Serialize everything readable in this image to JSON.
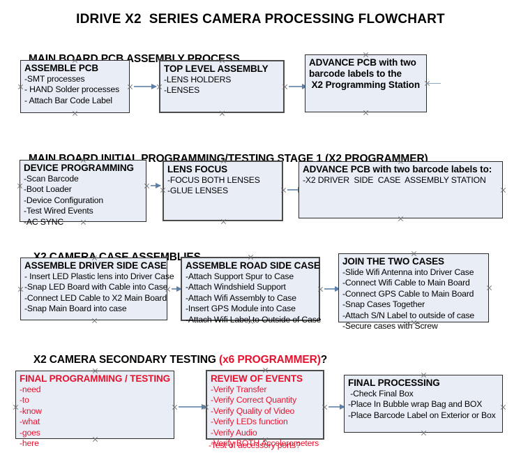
{
  "title": "IDRIVE X2  SERIES CAMERA PROCESSING FLOWCHART",
  "accent_color": "#e8112d",
  "box_fill": "#e9edf6",
  "arrow_color": "#7f9ab8",
  "sections": [
    {
      "heading": "MAIN BOARD PCB ASSEMBLY PROCESS",
      "heading_accent": "",
      "heading_suffix": "",
      "nodes": [
        {
          "title": "ASSEMBLE PCB",
          "lines": [
            "-SMT processes",
            "- HAND Solder processes",
            "- Attach Bar Code Label"
          ]
        },
        {
          "title": "TOP LEVEL ASSEMBLY",
          "lines": [
            "-LENS HOLDERS",
            "-LENSES"
          ]
        },
        {
          "title": "ADVANCE PCB with two",
          "lines": [
            "barcode labels to the",
            " X2 Programming Station"
          ]
        }
      ]
    },
    {
      "heading": "MAIN BOARD INITIAL PROGRAMMING/TESTING STAGE 1 (X2 PROGRAMMER)",
      "heading_accent": "",
      "heading_suffix": "",
      "nodes": [
        {
          "title": "DEVICE PROGRAMMING",
          "lines": [
            "-Scan Barcode",
            "-Boot Loader",
            "-Device Configuration",
            "-Test Wired Events",
            "-AC SYNC"
          ]
        },
        {
          "title": "LENS FOCUS",
          "lines": [
            "-FOCUS BOTH LENSES",
            "-GLUE LENSES"
          ]
        },
        {
          "title": "ADVANCE PCB with two barcode labels to:",
          "lines": [
            "-X2 DRIVER  SIDE  CASE  ASSEMBLY STATION"
          ]
        }
      ]
    },
    {
      "heading": "X2 CAMERA CASE ASSEMBLIES",
      "heading_accent": "",
      "heading_suffix": "",
      "nodes": [
        {
          "title": "ASSEMBLE DRIVER SIDE CASE",
          "lines": [
            "- Insert LED Plastic lens into Driver Case",
            "-Snap LED Board with Cable into Case",
            "-Connect LED Cable to X2 Main Board",
            "-Snap Main Board into case"
          ]
        },
        {
          "title": "ASSEMBLE ROAD SIDE CASE",
          "lines": [
            "-Attach Support Spur to Case",
            "-Attach Windshield Support",
            "-Attach Wifi Assembly to Case",
            "-Insert GPS Module into Case",
            "-Attach Wifi Label to Outside of Case"
          ]
        },
        {
          "title": "JOIN THE TWO CASES",
          "lines": [
            "-Slide Wifi Antenna into Driver Case",
            "-Connect Wifi Cable to Main Board",
            "-Connect GPS Cable to Main Board",
            "-Snap Cases Together",
            "-Attach S/N Label to outside of case",
            "-Secure cases with Screw"
          ]
        }
      ]
    },
    {
      "heading": "X2 CAMERA SECONDARY TESTING ",
      "heading_accent": "(x6 PROGRAMMER)",
      "heading_suffix": "?",
      "nodes": [
        {
          "title": "FINAL PROGRAMMING / TESTING",
          "lines": [
            "-need",
            "-to",
            "-know",
            "-what",
            "-goes",
            "-here"
          ]
        },
        {
          "title": "REVIEW OF EVENTS",
          "lines": [
            "-Verify Transfer",
            "-Verify Correct Quantity",
            "-Verify Quality of Video",
            "-Verify LEDs function",
            "-Verify Audio",
            "-Verify BOTH Accelerometers"
          ],
          "overflow_line": "-Test of accessory ports?"
        },
        {
          "title": "FINAL PROCESSING",
          "lines": [
            " -Check Final Box",
            "-Place In Bubble wrap Bag and BOX",
            "-Place Barcode Label on Exterior or Box"
          ]
        }
      ]
    }
  ]
}
